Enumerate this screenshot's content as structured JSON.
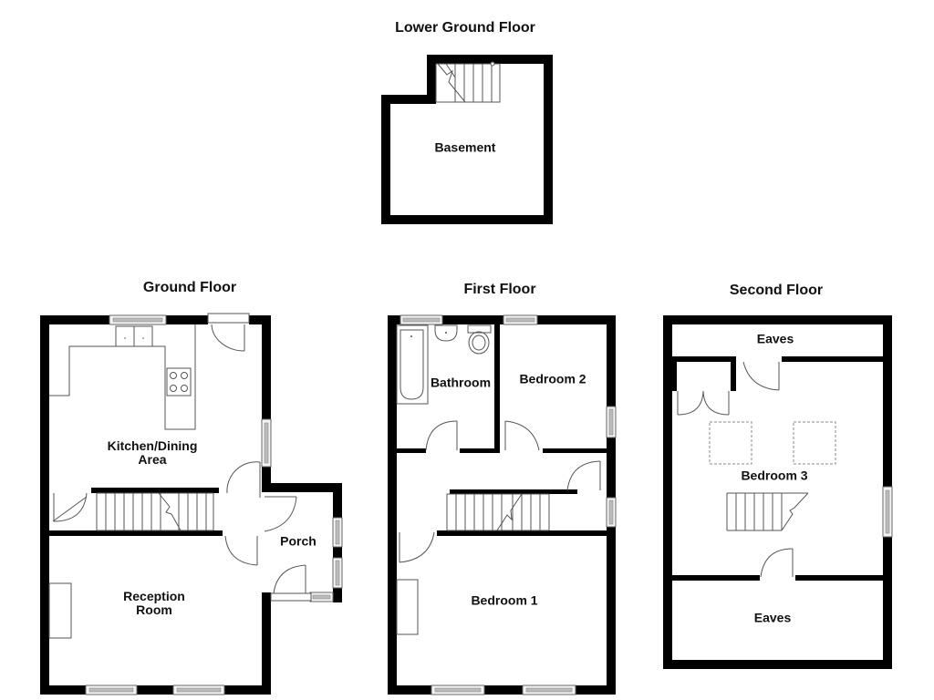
{
  "floors": [
    {
      "title": "Lower Ground Floor",
      "rooms": [
        {
          "name": "Basement"
        }
      ]
    },
    {
      "title": "Ground Floor",
      "rooms": [
        {
          "name": "Kitchen/Dining\nArea"
        },
        {
          "name": "Reception\nRoom"
        },
        {
          "name": "Porch"
        }
      ]
    },
    {
      "title": "First Floor",
      "rooms": [
        {
          "name": "Bathroom"
        },
        {
          "name": "Bedroom 2"
        },
        {
          "name": "Bedroom 1"
        }
      ]
    },
    {
      "title": "Second Floor",
      "rooms": [
        {
          "name": "Eaves"
        },
        {
          "name": "Bedroom 3"
        },
        {
          "name": "Eaves"
        }
      ]
    }
  ],
  "colors": {
    "wall": "#000000",
    "fixture_line": "#555555",
    "window_fill": "#bbbbbb",
    "background": "#ffffff"
  }
}
